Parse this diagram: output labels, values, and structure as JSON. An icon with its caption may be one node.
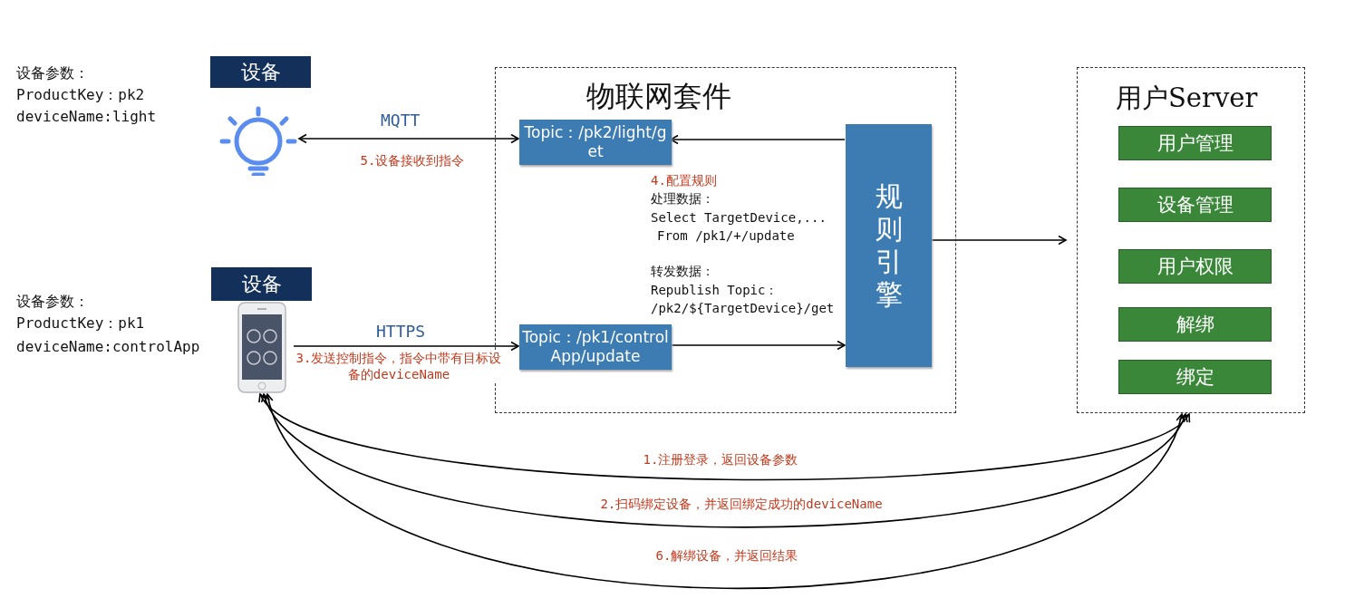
{
  "diagram": {
    "nodes": [
      {
        "text": [
          "设备"
        ]
      },
      {
        "text": [],
        "shape": "picture"
      },
      {
        "text": [
          "设备"
        ]
      },
      {
        "text": [],
        "shape": "picture"
      },
      {
        "text": [
          "物联网套件"
        ]
      },
      {
        "text": [
          "Topic：/pk2/light/get"
        ],
        "in": 4
      },
      {
        "text": [
          "Topic：/pk1/controlApp/update"
        ],
        "in": 4
      },
      {
        "text": [
          "规则引擎"
        ],
        "in": 4
      },
      {
        "text": [
          "用户Server"
        ]
      },
      {
        "text": [
          "用户管理"
        ],
        "in": 8
      },
      {
        "text": [
          "设备管理"
        ],
        "in": 8
      },
      {
        "text": [
          "用户权限"
        ],
        "in": 8
      },
      {
        "text": [
          "解绑"
        ],
        "in": 8
      },
      {
        "text": [
          "绑定"
        ],
        "in": 8
      }
    ],
    "edges": [
      {
        "from": 1,
        "to": 5,
        "arrow": "both",
        "label": "5.设备接收到指令"
      },
      {
        "from": 7,
        "to": 5,
        "arrow": "to"
      },
      {
        "from": 3,
        "to": 6,
        "arrow": "to",
        "label": "3.发送控制指令，指令中带有目标设备的deviceName"
      },
      {
        "from": 6,
        "to": 7,
        "arrow": "to"
      },
      {
        "from": 7,
        "to": 8,
        "arrow": "to"
      },
      {
        "from": 3,
        "to": 8,
        "arrow": "both",
        "label": "1.注册登录，返回设备参数"
      },
      {
        "from": 3,
        "to": 8,
        "arrow": "both",
        "label": "2.扫码绑定设备，并返回绑定成功的deviceName"
      },
      {
        "from": 3,
        "to": 8,
        "arrow": "both",
        "label": "6.解绑设备，并返回结果"
      }
    ],
    "labels": [
      "设备参数：",
      "ProductKey：pk2",
      "deviceName:light",
      "设备参数：",
      "ProductKey：pk1",
      "deviceName:controlApp",
      "MQTT",
      "HTTPS",
      "4.配置规则",
      "处理数据：",
      "Select TargetDevice,...",
      "From /pk1/+/update",
      "转发数据：",
      "Republish Topic：",
      "/pk2/${TargetDevice}/get"
    ]
  }
}
